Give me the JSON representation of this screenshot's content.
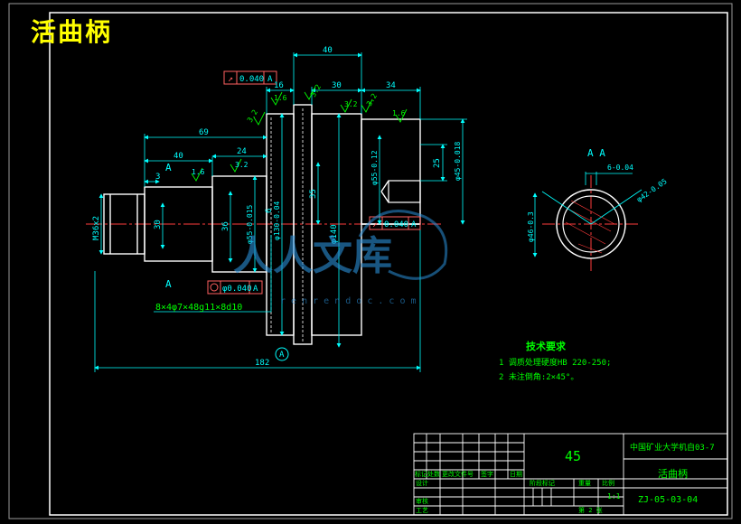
{
  "title": "活曲柄",
  "colors": {
    "background": "#000000",
    "border": "#ffffff",
    "outline": "#ffffff",
    "dimension": "#00ffff",
    "centerline": "#ff3b3b",
    "annotation": "#00ff00",
    "title_text": "#ffff00",
    "tolerance_box": "#ff6060",
    "watermark": "#2a8fd8"
  },
  "dimensions": {
    "top_40": "40",
    "d16": "16",
    "d30": "30",
    "d34": "34",
    "d69": "69",
    "d40_left": "40",
    "d24": "24",
    "d3": "3",
    "d182": "182",
    "d35": "35",
    "d30_v": "30",
    "d36": "36",
    "d25": "25",
    "d6": "6",
    "m36x2": "M36x2",
    "phi140": "φ140",
    "phi130": "φ130-0.04",
    "phi55_left": "φ55-0.015",
    "phi55_right": "φ55-0.12",
    "phi45": "φ45-0.018",
    "spline": "8×4φ7×48g11×8d10"
  },
  "roughness": [
    "1.6",
    "3.2",
    "3.2",
    "3.2",
    "1.6",
    "3.2",
    "1.6",
    "3.2"
  ],
  "tolerances": {
    "top": {
      "value": "0.040",
      "datum": "A"
    },
    "middle": {
      "value": "0.040",
      "datum": "A"
    },
    "bottom": {
      "value": "φ0.040",
      "datum": "A"
    }
  },
  "datum_label": "A",
  "section": {
    "label": "A A",
    "dim_key": "6-0.04",
    "dim_outer": "φ42-0.05",
    "dim_inner": "φ46-0.3"
  },
  "tech_requirements": {
    "heading": "技术要求",
    "items": [
      "1  调质处理硬度HB 220-250;",
      "2  未注倒角:2×45°。"
    ]
  },
  "title_block": {
    "material": "45",
    "company": "中国矿业大学机自03-7",
    "part_name": "活曲柄",
    "drawing_no": "ZJ-05-03-04",
    "scale": "1:1",
    "header_labels": [
      "标记",
      "处数",
      "更改文件号",
      "签字",
      "日期"
    ],
    "row_labels": [
      "设计",
      "审核",
      "工艺"
    ],
    "cell_labels": [
      "阶段标记",
      "重量",
      "比例"
    ],
    "sheet": "第 2 张"
  },
  "watermark": {
    "text": "人人文库",
    "url": "r e n r e n d o c . c o m"
  }
}
